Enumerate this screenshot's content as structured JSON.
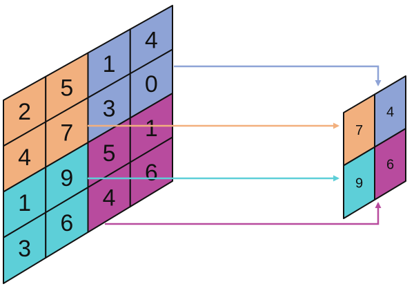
{
  "colors": {
    "orange": "#F2B07E",
    "blue": "#8EA3D6",
    "magenta": "#B84B9E",
    "cyan": "#5DCFD8",
    "grid_line": "#111111"
  },
  "input_grid": {
    "rows": [
      [
        "2",
        "5",
        "1",
        "4"
      ],
      [
        "4",
        "7",
        "3",
        "0"
      ],
      [
        "1",
        "9",
        "5",
        "1"
      ],
      [
        "3",
        "6",
        "4",
        "6"
      ]
    ],
    "quadrant_colors": [
      [
        "orange",
        "blue"
      ],
      [
        "cyan",
        "magenta"
      ]
    ]
  },
  "output_grid": {
    "rows": [
      [
        "7",
        "4"
      ],
      [
        "9",
        "6"
      ]
    ],
    "cell_colors": [
      [
        "orange",
        "blue"
      ],
      [
        "cyan",
        "magenta"
      ]
    ]
  },
  "arrows": [
    {
      "id": "arrow-blue",
      "color": "blue"
    },
    {
      "id": "arrow-orange",
      "color": "orange"
    },
    {
      "id": "arrow-cyan",
      "color": "cyan"
    },
    {
      "id": "arrow-magenta",
      "color": "magenta"
    }
  ]
}
